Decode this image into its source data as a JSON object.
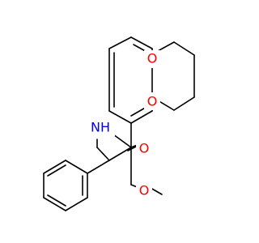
{
  "molecule": {
    "atoms": {
      "o_ring_top": {
        "label": "O",
        "color": "#ff0000"
      },
      "o_ring_bottom": {
        "label": "O",
        "color": "#ff0000"
      },
      "amine_n": {
        "label": "NH",
        "color": "#0000ff"
      },
      "carbonyl_o": {
        "label": "O",
        "color": "#ff0000"
      },
      "ester_o": {
        "label": "O",
        "color": "#ff0000"
      }
    },
    "bond_color": "#000000"
  }
}
